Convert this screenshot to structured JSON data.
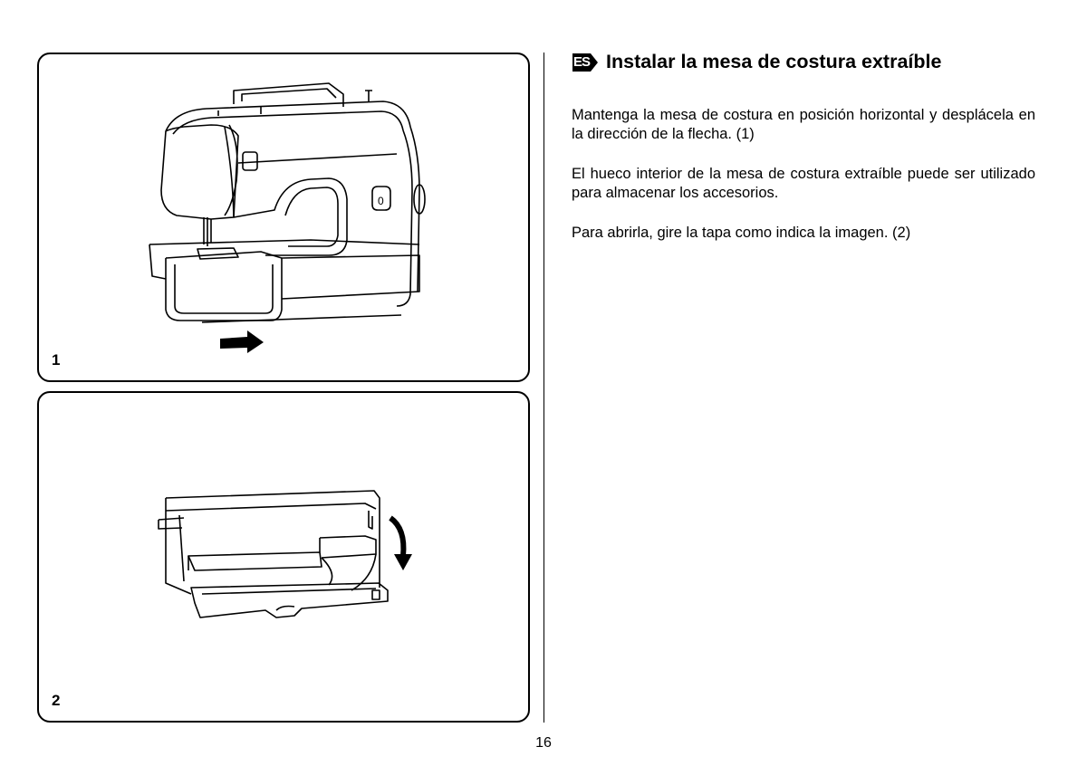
{
  "figures": [
    {
      "number": "1"
    },
    {
      "number": "2"
    }
  ],
  "section": {
    "language_badge": "ES",
    "title": "Instalar la mesa de costura extraíble",
    "paragraphs": [
      "Mantenga la mesa de costura en posición horizontal y desplácela en la dirección de la flecha. (1)",
      "El hueco interior de la mesa de costura extraíble puede ser utilizado para almacenar los accesorios.",
      "Para abrirla, gire la tapa como indica la imagen. (2)"
    ]
  },
  "footer": {
    "page_number": "16"
  },
  "icons": {
    "badge": "language-badge-icon",
    "arrow_right": "arrow-right-icon",
    "curved_arrow": "curved-arrow-down-icon"
  }
}
